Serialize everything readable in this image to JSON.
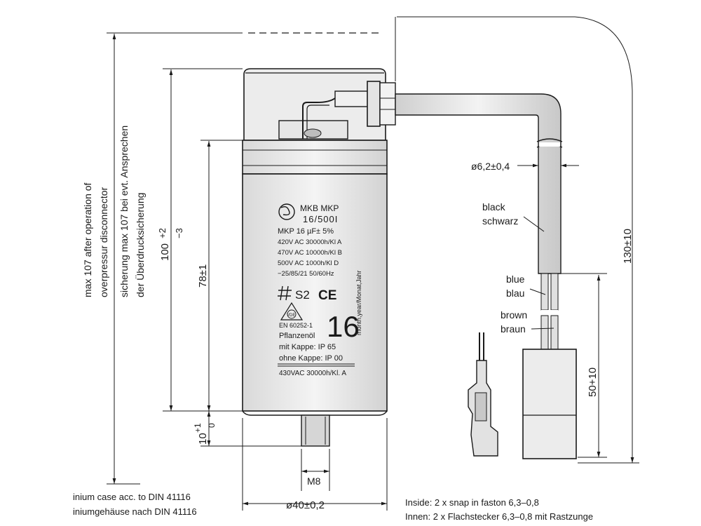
{
  "dimensions": {
    "max_overpressure": {
      "en_line1": "max 107 after operation of",
      "en_line2": "overpressur disconnector",
      "de_line1": "sicherung max 107 bei evt. Ansprechen",
      "de_line2": "der Überdrucksicherung"
    },
    "height_total": "100",
    "height_total_tol_upper": "+2",
    "height_total_tol_lower": "−3",
    "height_body": "78±1",
    "stud_length": "10",
    "stud_length_tol_upper": "+1",
    "stud_length_tol_lower": "0",
    "thread": "M8",
    "diameter": "ø40±0,2",
    "cable_diameter": "ø6,2±0,4",
    "cable_length": "130±10",
    "lead_length": "50+10"
  },
  "label": {
    "line1": "MKB MKP",
    "line2": "16/500I",
    "line3": "MKP 16 µF± 5%",
    "ratings": [
      "420V AC 30000h/Kl A",
      "470V AC 10000h/Kl B",
      "500V AC 1000h/Kl D",
      "−25/85/21 50/60Hz"
    ],
    "s2": "S2",
    "ce": "CE",
    "vde": "VDE",
    "capacitance": "16",
    "date_note": "month,year/Monat,Jahr",
    "standard": "EN 60252-1",
    "oil": "Pflanzenöl",
    "ip_with_cap": "mit Kappe: IP 65",
    "ip_without_cap": "ohne Kappe: IP 00",
    "rating_430": "430VAC 30000h/Kl. A"
  },
  "wires": {
    "black_en": "black",
    "black_de": "schwarz",
    "blue_en": "blue",
    "blue_de": "blau",
    "brown_en": "brown",
    "brown_de": "braun"
  },
  "notes": {
    "case_en": "inium case acc. to DIN 41116",
    "case_de": "iniumgehäuse nach DIN 41116",
    "inside_en": "Inside:  2 x snap in faston 6,3–0,8",
    "inside_de": "Innen:  2 x Flachstecker 6,3–0,8 mit Rastzunge"
  }
}
